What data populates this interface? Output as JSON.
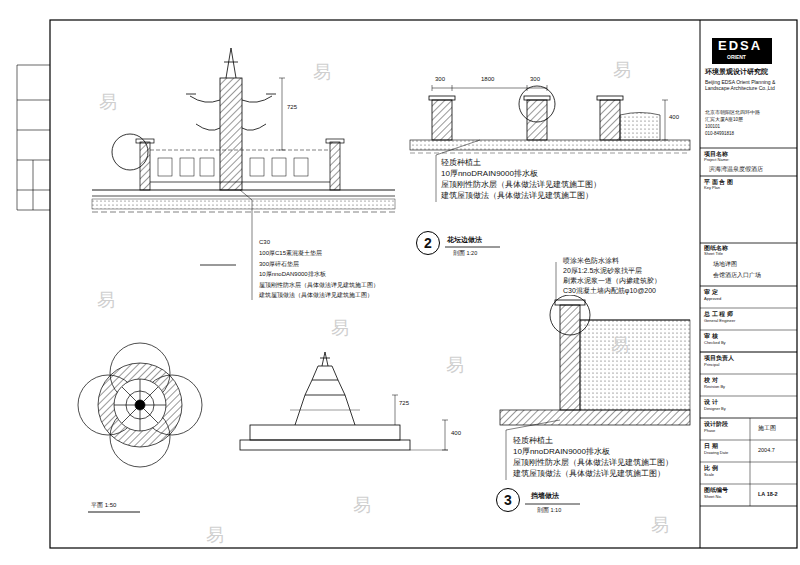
{
  "diagram": {
    "nodes": [
      {
        "text": [
          "2"
        ]
      },
      {
        "text": [
          "3"
        ]
      }
    ],
    "labels": [
      "C30",
      "100厚C15素混凝土垫层",
      "300厚碎石垫层",
      "10厚nnoDAN9000排水板",
      "屋顶刚性防水层（具体做法详见建筑施工图）",
      "建筑屋顶做法（具体做法详见建筑施工图）",
      "725",
      "平面 1:50",
      "725",
      "400",
      "300",
      "1800",
      "300",
      "400",
      "轻质种植土",
      "10厚nnoDRAIN9000排水板",
      "屋顶刚性防水层（具体做法详见建筑施工图）",
      "建筑屋顶做法（具体做法详见建筑施工图）",
      "花坛边做法",
      "剖面 1:20",
      "喷涂米色防水涂料",
      "20厚1:2.5水泥砂浆找平层",
      "刷素水泥浆一道（内掺建筑胶）",
      "C30混凝土墙内配筋φ10@200",
      "轻质种植土",
      "10厚nnoDRAIN9000排水板",
      "屋顶刚性防水层（具体做法详见建筑施工图）",
      "建筑屋顶做法（具体做法详见建筑施工图）",
      "挡墙做法",
      "剖面 1:10",
      "EDSA",
      "ORIENT",
      "环境景观设计研究院",
      "Beijing EDSA Orient Planning & Landscape Architecture Co.,Ltd",
      "北京市朝阳区北四环中路",
      "汇宾大厦A座10层",
      "100101",
      "010-84991818",
      "项目名称",
      "Project Name:",
      "滨海湾温泉度假酒店",
      "平 面 合 图",
      "Key Plan",
      "图纸名称",
      "Sheet Title",
      "场地详图",
      "会馆酒店入口广场",
      "审 定",
      "Approved",
      "总 工 程 师",
      "General Engineer",
      "审 核",
      "Checked By",
      "项目负责人",
      "Principal",
      "校 对",
      "Revision By",
      "设 计",
      "Designer By",
      "设计阶段",
      "Phase",
      "施工图",
      "日 期",
      "Drawing Date",
      "2004.7",
      "比 例",
      "Scale",
      "图纸编号",
      "Sheet No.",
      "LA 18-2",
      "易",
      "易",
      "易",
      "易",
      "易",
      "易",
      "易",
      "易",
      "易",
      "易"
    ]
  }
}
